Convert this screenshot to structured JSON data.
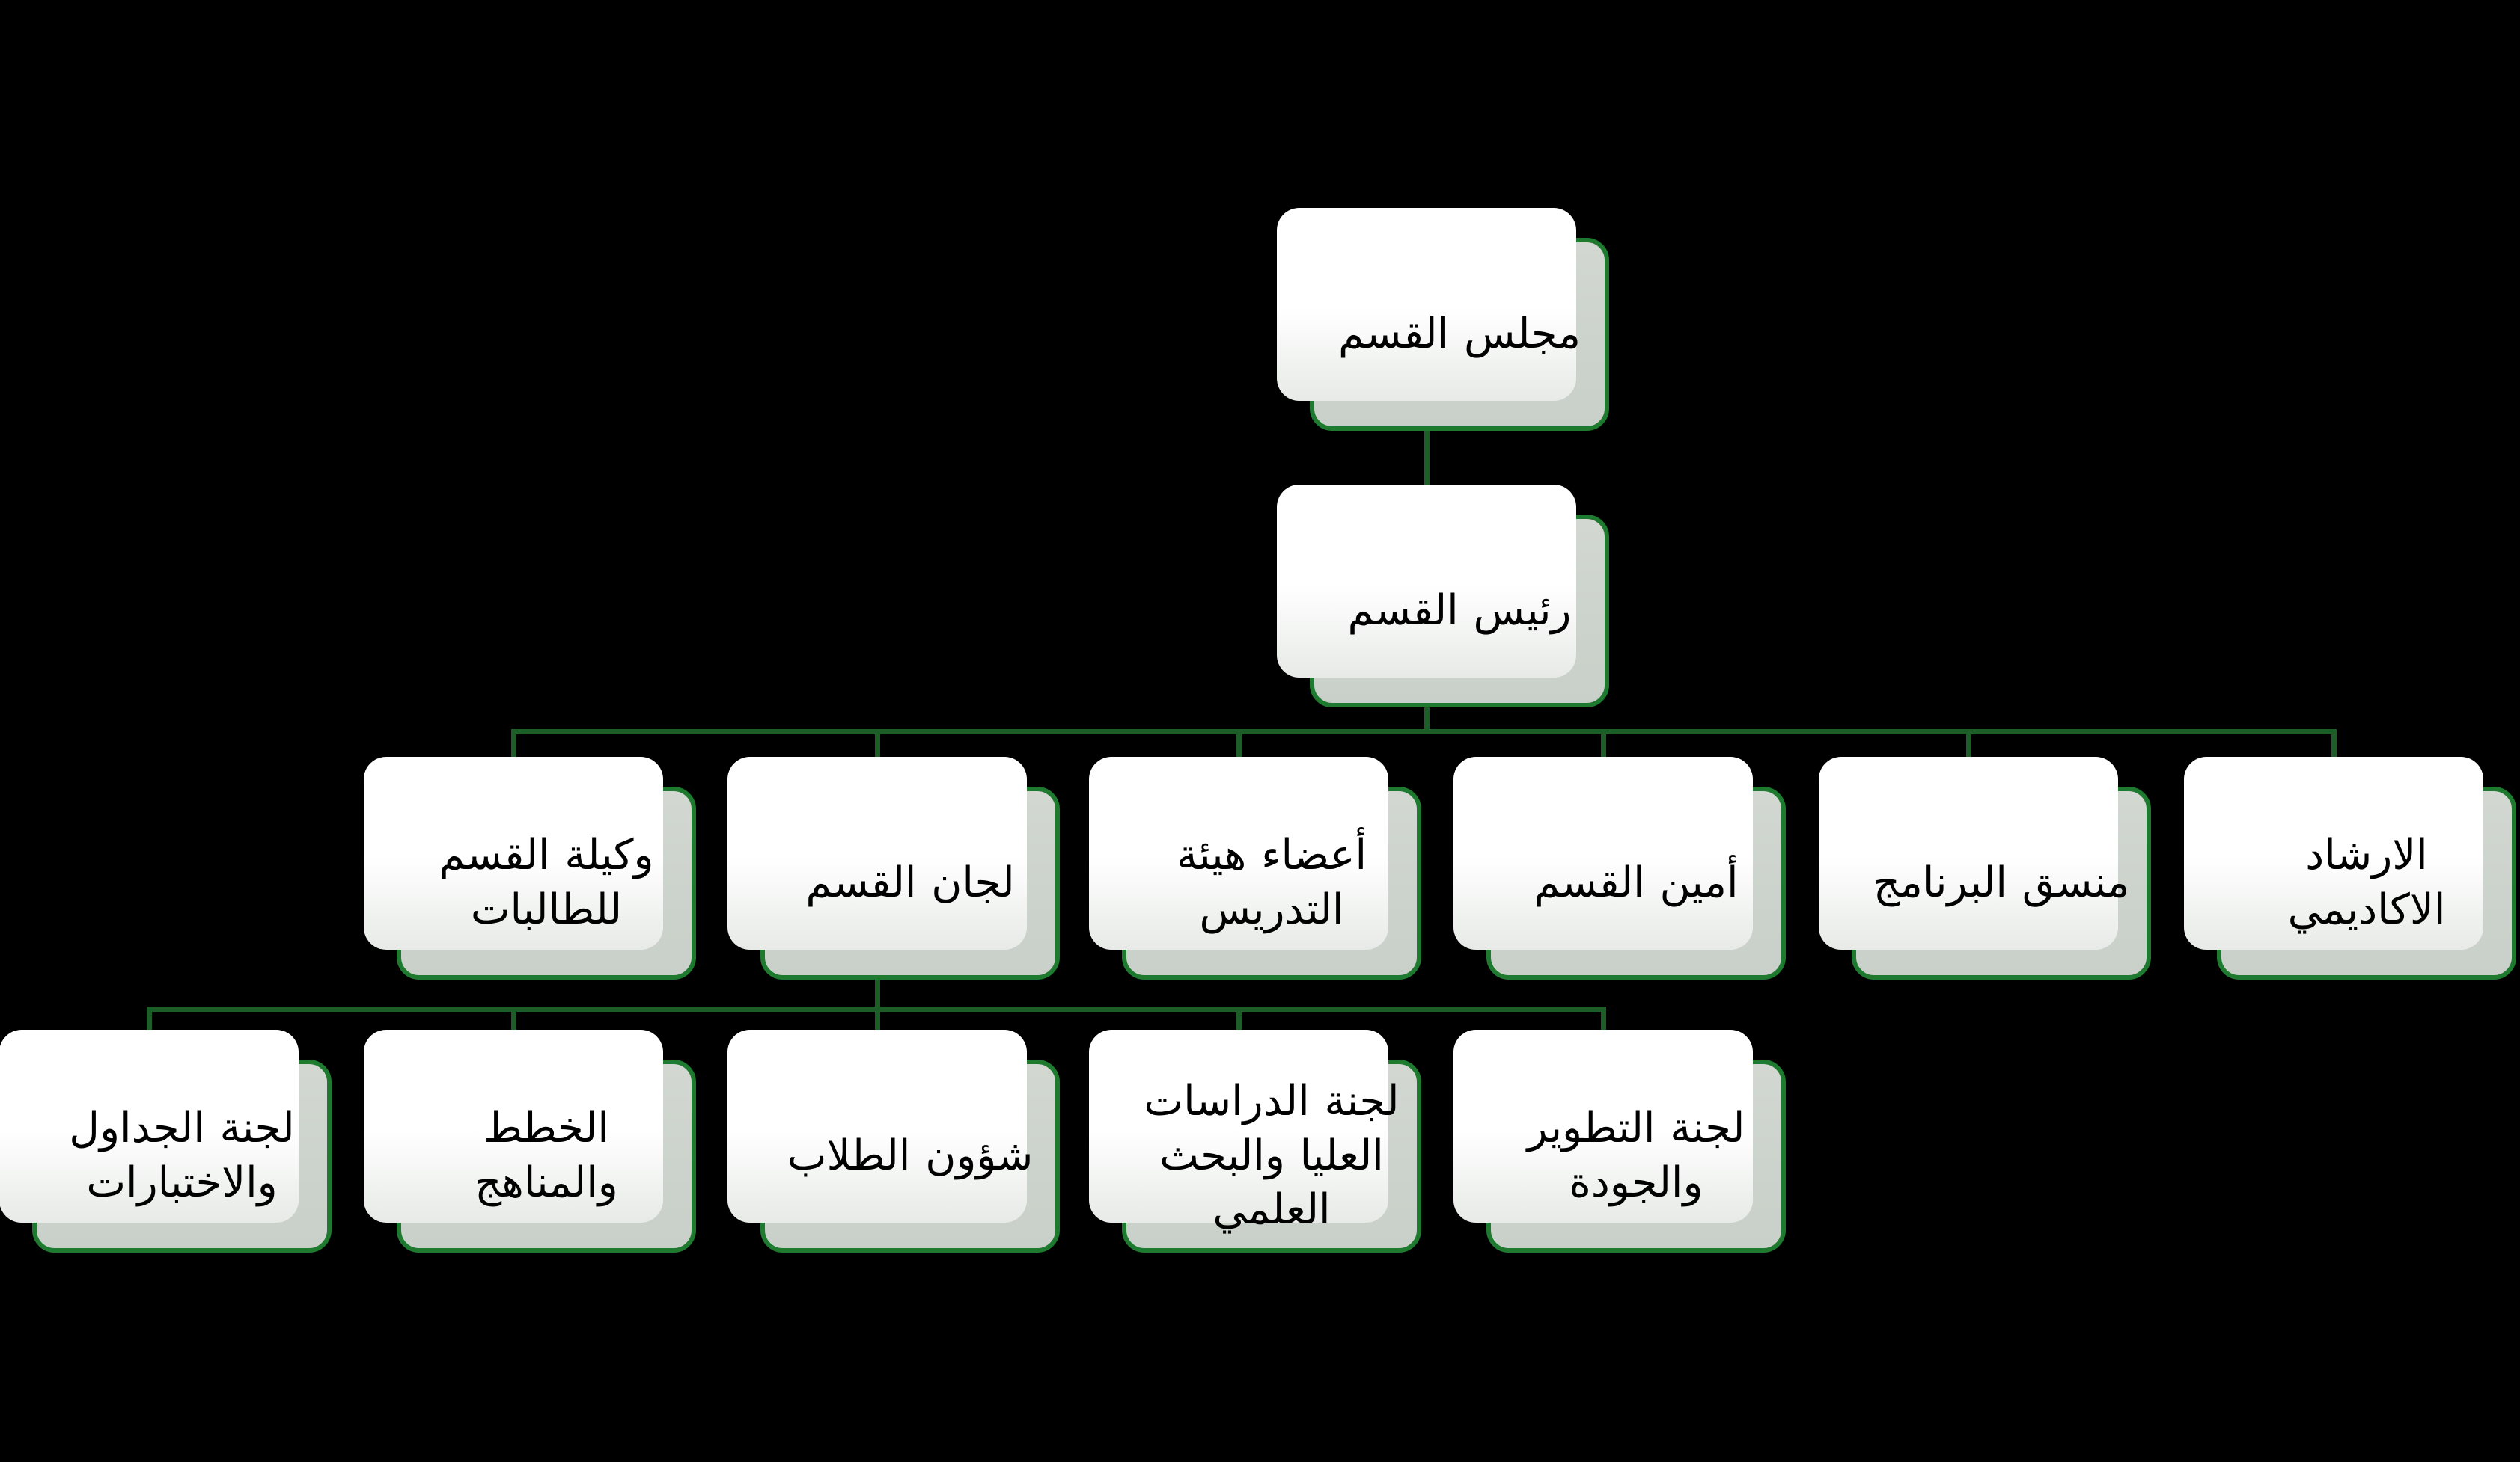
{
  "diagram_title": "department-organizational-chart",
  "colors": {
    "background": "#000000",
    "node_border_green": "#1e7a2e",
    "node_fill_green_gray": "#ccd3cc",
    "node_shadow_white": "#ffffff",
    "connector_green": "#1d5e28",
    "text": "#000000"
  },
  "org": {
    "level1": {
      "label": "مجلس القسم"
    },
    "level2": {
      "label": "رئيس القسم"
    },
    "level3": [
      {
        "label": "وكيلة القسم للطالبات"
      },
      {
        "label": "لجان القسم"
      },
      {
        "label": "أعضاء هيئة التدريس"
      },
      {
        "label": "أمين القسم"
      },
      {
        "label": "منسق البرنامج"
      },
      {
        "label": "الارشاد الاكاديمي"
      }
    ],
    "level4": [
      {
        "label": "لجنة الجداول والاختبارات"
      },
      {
        "label": "الخطط والمناهج"
      },
      {
        "label": "شؤون الطلاب"
      },
      {
        "label": "لجنة الدراسات العليا والبحث العلمي"
      },
      {
        "label": "لجنة التطوير والجودة"
      }
    ]
  }
}
